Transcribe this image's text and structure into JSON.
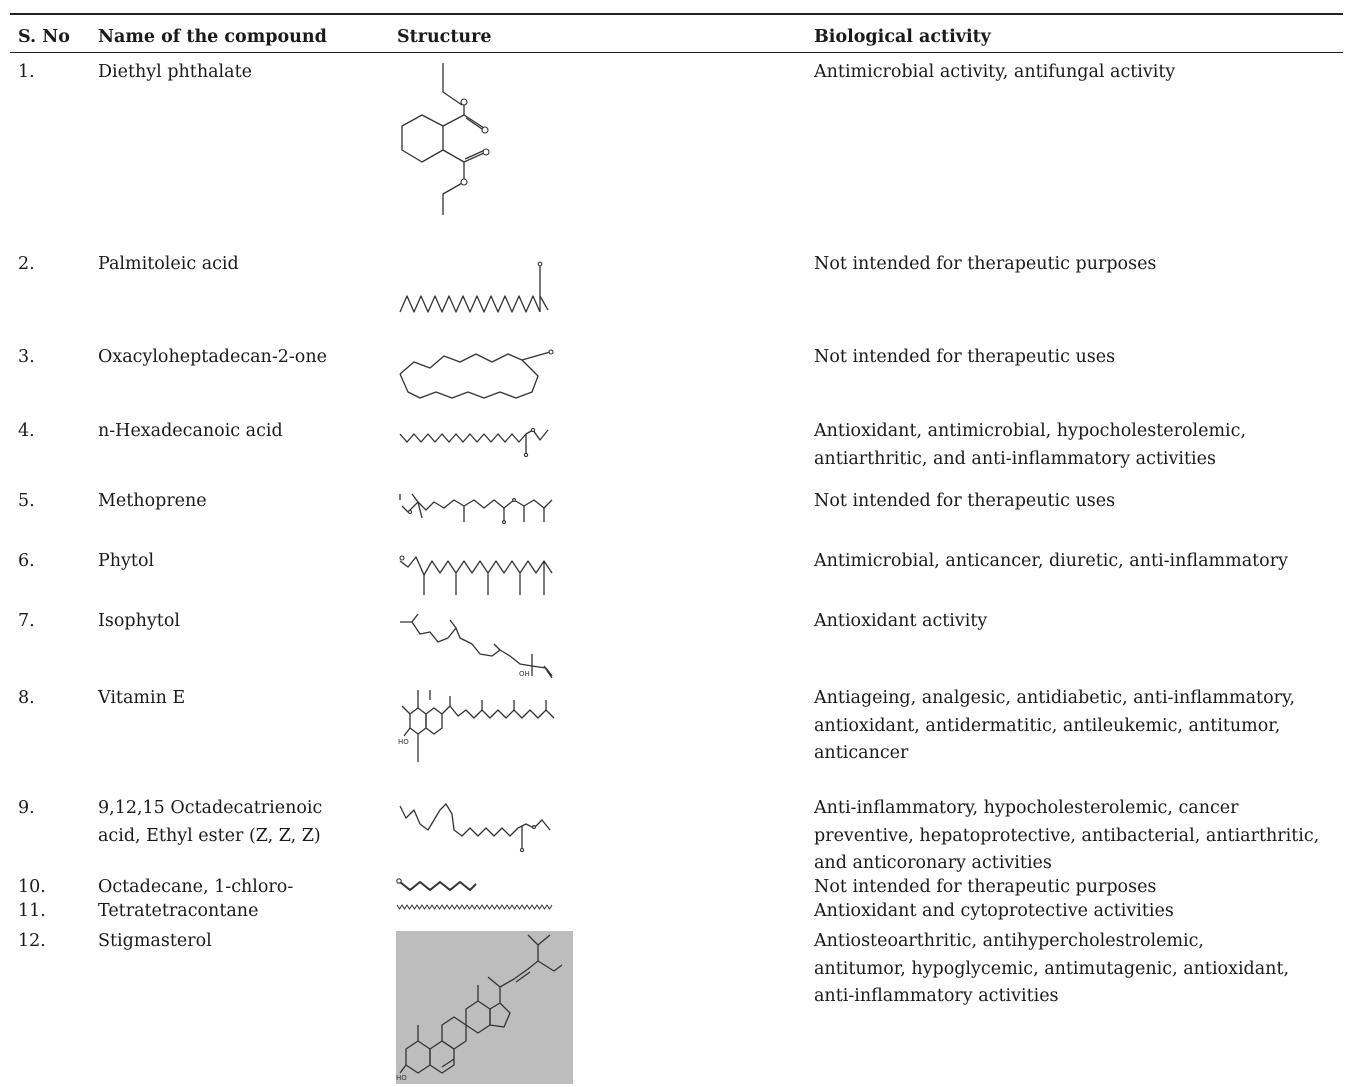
{
  "table": {
    "headers": {
      "sno": "S. No",
      "name": "Name of the compound",
      "structure": "Structure",
      "activity": "Biological activity"
    },
    "rows": [
      {
        "sno": "1.",
        "name": [
          "Diethyl phthalate"
        ],
        "activity": [
          "Antimicrobial activity, antifungal activity"
        ],
        "structure_icon": "diethyl-phthalate-structure-icon"
      },
      {
        "sno": "2.",
        "name": [
          "Palmitoleic acid"
        ],
        "activity": [
          "Not intended for therapeutic purposes"
        ],
        "structure_icon": "palmitoleic-acid-structure-icon"
      },
      {
        "sno": "3.",
        "name": [
          "Oxacyloheptadecan-2-one"
        ],
        "activity": [
          "Not intended for therapeutic uses"
        ],
        "structure_icon": "oxacyloheptadecanone-structure-icon"
      },
      {
        "sno": "4.",
        "name": [
          "n-Hexadecanoic acid"
        ],
        "activity": [
          "Antioxidant, antimicrobial, hypocholesterolemic,",
          "antiarthritic, and anti-inflammatory activities"
        ],
        "structure_icon": "hexadecanoic-acid-structure-icon"
      },
      {
        "sno": "5.",
        "name": [
          "Methoprene"
        ],
        "activity": [
          "Not intended for therapeutic uses"
        ],
        "structure_icon": "methoprene-structure-icon"
      },
      {
        "sno": "6.",
        "name": [
          "Phytol"
        ],
        "activity": [
          "Antimicrobial, anticancer, diuretic, anti-inflammatory"
        ],
        "structure_icon": "phytol-structure-icon"
      },
      {
        "sno": "7.",
        "name": [
          "Isophytol"
        ],
        "activity": [
          "Antioxidant activity"
        ],
        "structure_icon": "isophytol-structure-icon"
      },
      {
        "sno": "8.",
        "name": [
          "Vitamin E"
        ],
        "activity": [
          "Antiageing, analgesic, antidiabetic, anti-inflammatory,",
          "antioxidant, antidermatitic, antileukemic, antitumor,",
          "anticancer"
        ],
        "structure_icon": "vitamin-e-structure-icon"
      },
      {
        "sno": "9.",
        "name": [
          "9,12,15 Octadecatrienoic",
          "acid, Ethyl ester (Z, Z, Z)"
        ],
        "activity": [
          "Anti-inflammatory, hypocholesterolemic, cancer",
          "preventive, hepatoprotective, antibacterial, antiarthritic,",
          "and anticoronary activities"
        ],
        "structure_icon": "octadecatrienoic-ester-structure-icon"
      },
      {
        "sno": "10.",
        "name": [
          "Octadecane, 1-chloro-"
        ],
        "activity": [
          "Not intended for therapeutic purposes"
        ],
        "structure_icon": "chlorooctadecane-structure-icon"
      },
      {
        "sno": "11.",
        "name": [
          "Tetratetracontane"
        ],
        "activity": [
          "Antioxidant and cytoprotective activities"
        ],
        "structure_icon": "tetratetracontane-structure-icon"
      },
      {
        "sno": "12.",
        "name": [
          "Stigmasterol"
        ],
        "activity": [
          "Antiosteoarthritic, antihypercholestrolemic,",
          "antitumor, hypoglycemic, antimutagenic, antioxidant,",
          "anti-inflammatory activities"
        ],
        "structure_icon": "stigmasterol-structure-icon"
      }
    ],
    "atom_labels": {
      "oh": "OH",
      "ho": "HO"
    }
  }
}
